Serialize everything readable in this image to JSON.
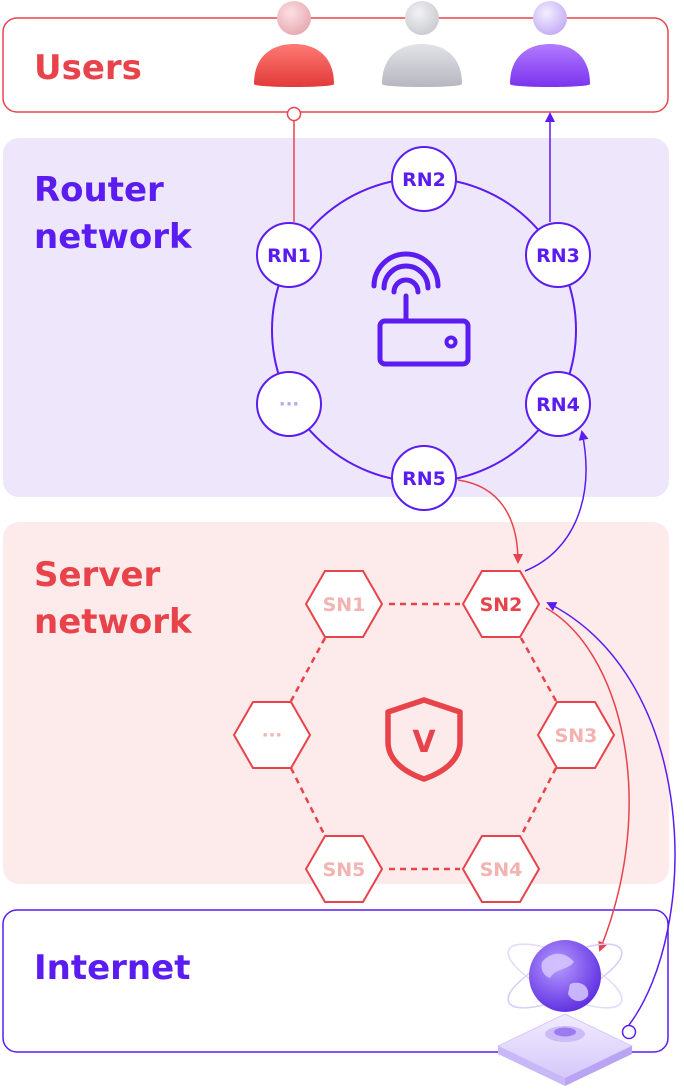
{
  "colors": {
    "red": "#E8434B",
    "purple": "#5A1CF0",
    "router_bg": "#EEE6FB",
    "server_bg": "#FCEBEA",
    "faded_red": "#F2B3B1",
    "faded_purple": "#B9A6F5",
    "user_red": "#EE4A44",
    "user_gray": "#C8C9CF",
    "user_purple": "#8F4CF4"
  },
  "sections": {
    "users": "Users",
    "router_line1": "Router",
    "router_line2": "network",
    "server_line1": "Server",
    "server_line2": "network",
    "internet": "Internet"
  },
  "router_nodes": {
    "rn1": "RN1",
    "rn2": "RN2",
    "rn3": "RN3",
    "rn4": "RN4",
    "rn5": "RN5",
    "more": "···"
  },
  "server_nodes": {
    "sn1": "SN1",
    "sn2": "SN2",
    "sn3": "SN3",
    "sn4": "SN4",
    "sn5": "SN5",
    "more": "···"
  },
  "icons": {
    "router": "router-icon",
    "shield": "shield-v-icon",
    "globe": "globe-icon",
    "user": "user-icon"
  },
  "shield_letter": "V"
}
